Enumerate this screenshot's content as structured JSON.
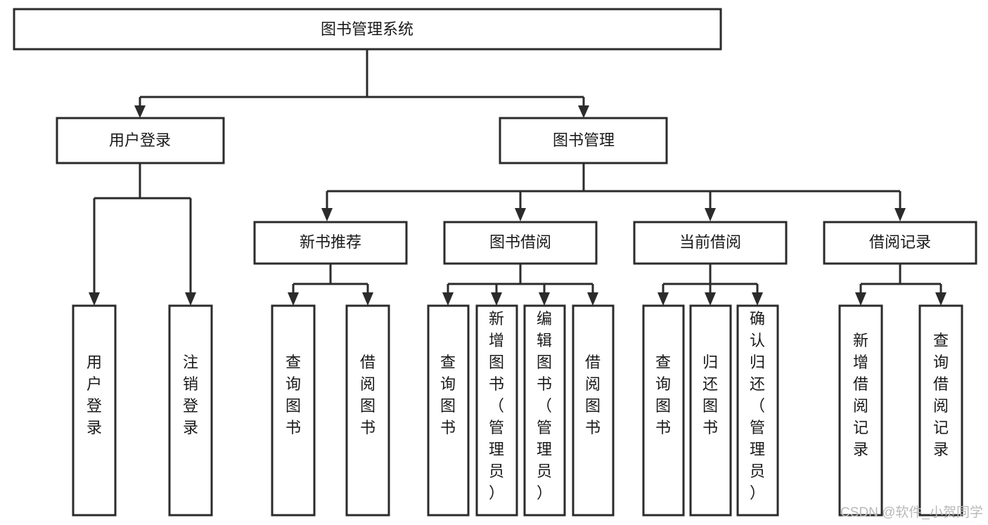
{
  "diagram": {
    "title": "图书管理系统",
    "type": "tree",
    "root": {
      "id": "root",
      "label": "图书管理系统",
      "orientation": "horizontal"
    },
    "level2": [
      {
        "id": "user-login",
        "label": "用户登录",
        "orientation": "horizontal"
      },
      {
        "id": "book-management",
        "label": "图书管理",
        "orientation": "horizontal"
      }
    ],
    "level3": [
      {
        "id": "new-book-recommend",
        "label": "新书推荐",
        "orientation": "horizontal",
        "parent": "book-management"
      },
      {
        "id": "book-borrow",
        "label": "图书借阅",
        "orientation": "horizontal",
        "parent": "book-management"
      },
      {
        "id": "current-borrow",
        "label": "当前借阅",
        "orientation": "horizontal",
        "parent": "book-management"
      },
      {
        "id": "borrow-record",
        "label": "借阅记录",
        "orientation": "horizontal",
        "parent": "book-management"
      }
    ],
    "leaves": [
      {
        "id": "leaf-user-login",
        "label": "用户登录",
        "orientation": "vertical",
        "parent": "user-login"
      },
      {
        "id": "leaf-logout",
        "label": "注销登录",
        "orientation": "vertical",
        "parent": "user-login"
      },
      {
        "id": "leaf-query-book-1",
        "label": "查询图书",
        "orientation": "vertical",
        "parent": "new-book-recommend"
      },
      {
        "id": "leaf-borrow-book-1",
        "label": "借阅图书",
        "orientation": "vertical",
        "parent": "new-book-recommend"
      },
      {
        "id": "leaf-query-book-2",
        "label": "查询图书",
        "orientation": "vertical",
        "parent": "book-borrow"
      },
      {
        "id": "leaf-add-book",
        "label": "新增图书（管理员）",
        "orientation": "vertical",
        "parent": "book-borrow"
      },
      {
        "id": "leaf-edit-book",
        "label": "编辑图书（管理员）",
        "orientation": "vertical",
        "parent": "book-borrow"
      },
      {
        "id": "leaf-borrow-book-2",
        "label": "借阅图书",
        "orientation": "vertical",
        "parent": "book-borrow"
      },
      {
        "id": "leaf-query-book-3",
        "label": "查询图书",
        "orientation": "vertical",
        "parent": "current-borrow"
      },
      {
        "id": "leaf-return-book",
        "label": "归还图书",
        "orientation": "vertical",
        "parent": "current-borrow"
      },
      {
        "id": "leaf-confirm-return",
        "label": "确认归还（管理员）",
        "orientation": "vertical",
        "parent": "current-borrow"
      },
      {
        "id": "leaf-add-record",
        "label": "新增借阅记录",
        "orientation": "vertical",
        "parent": "borrow-record"
      },
      {
        "id": "leaf-query-record",
        "label": "查询借阅记录",
        "orientation": "vertical",
        "parent": "borrow-record"
      }
    ],
    "colors": {
      "stroke": "#2b2b2b",
      "fill": "#ffffff",
      "text": "#1a1a1a",
      "watermark": "#b9b9b9",
      "background": "#ffffff"
    }
  },
  "watermark": {
    "text": "CSDN @软件_小贺同学"
  }
}
